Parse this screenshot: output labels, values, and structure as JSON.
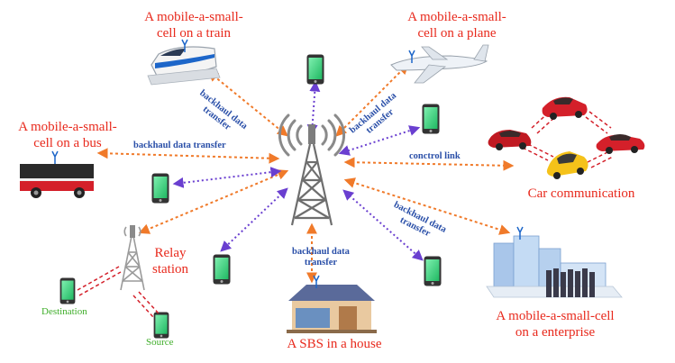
{
  "labels": {
    "train": [
      "A mobile-a-small-",
      "cell on a train"
    ],
    "plane": [
      "A mobile-a-small-",
      "cell on a plane"
    ],
    "bus": [
      "A mobile-a-small-",
      "cell on a bus"
    ],
    "car": "Car communication",
    "relay": [
      "Relay",
      "station"
    ],
    "enterprise": [
      "A mobile-a-small-cell",
      "on a enterprise"
    ],
    "house": "A SBS in a house",
    "destination": "Destination",
    "source": "Source"
  },
  "links": {
    "train": [
      "backhaul data",
      "transfer"
    ],
    "plane": [
      "backhaul data",
      "transfer"
    ],
    "bus": "backhaul data transfer",
    "control": "conctrol link",
    "enterprise": [
      "backhaul data",
      "transfer"
    ],
    "house": [
      "backhaul data",
      "transfer"
    ]
  },
  "colors": {
    "label_red": "#e8291c",
    "link_blue": "#2a4fa8",
    "green_text": "#3fae2a",
    "backhaul_orange": "#f07a2a",
    "access_purple": "#6a3fd0",
    "phone_green": "#2fd07a"
  }
}
